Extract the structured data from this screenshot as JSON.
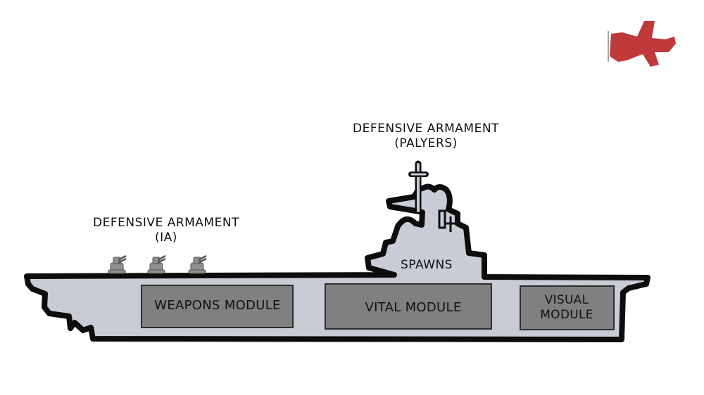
{
  "colors": {
    "hull": "#c9ccd6",
    "outline": "#0d0d0d",
    "module_fill": "#808080",
    "module_stroke": "#2e2e2e",
    "turret": "#8f8f8f",
    "plane": "#c0393b"
  },
  "labels": {
    "defense_players_line1": "DEFENSIVE ARMAMENT",
    "defense_players_line2": "(PALYERS)",
    "defense_ia_line1": "DEFENSIVE ARMAMENT",
    "defense_ia_line2": "(IA)",
    "spawns": "SPAWNS"
  },
  "modules": {
    "weapons": "WEAPONS MODULE",
    "vital": "VITAL MODULE",
    "visual_line1": "VISUAL",
    "visual_line2": "MODULE"
  },
  "icons": {
    "turret": "anti-aircraft-turret-icon",
    "plane": "red-fighter-plane-icon"
  }
}
